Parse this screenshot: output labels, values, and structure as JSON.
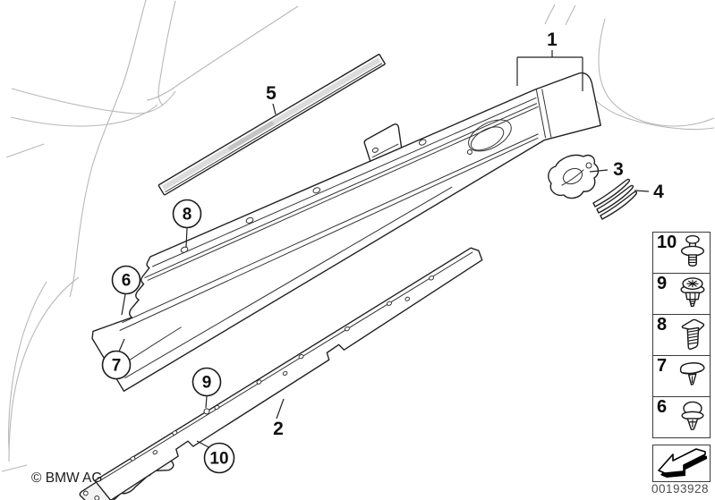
{
  "callouts": {
    "n1": "1",
    "n2": "2",
    "n3": "3",
    "n4": "4",
    "n5": "5",
    "n6": "6",
    "n7": "7",
    "n8": "8",
    "n9": "9",
    "n10": "10"
  },
  "legend": {
    "items": [
      {
        "number": "10",
        "icon": "blind-rivet-icon"
      },
      {
        "number": "9",
        "icon": "flange-screw-icon"
      },
      {
        "number": "8",
        "icon": "expansion-rivet-icon"
      },
      {
        "number": "7",
        "icon": "cap-clip-icon"
      },
      {
        "number": "6",
        "icon": "dome-clip-icon"
      }
    ],
    "arrow_icon": "direction-arrow-icon"
  },
  "footer": {
    "copyright": "© BMW AG",
    "part_number": "00193928"
  },
  "colors": {
    "line": "#222222",
    "sketch": "#b8b8b8",
    "background": "#ffffff",
    "legend_border": "#3a3a3a",
    "code_text": "#4d4d4d"
  }
}
